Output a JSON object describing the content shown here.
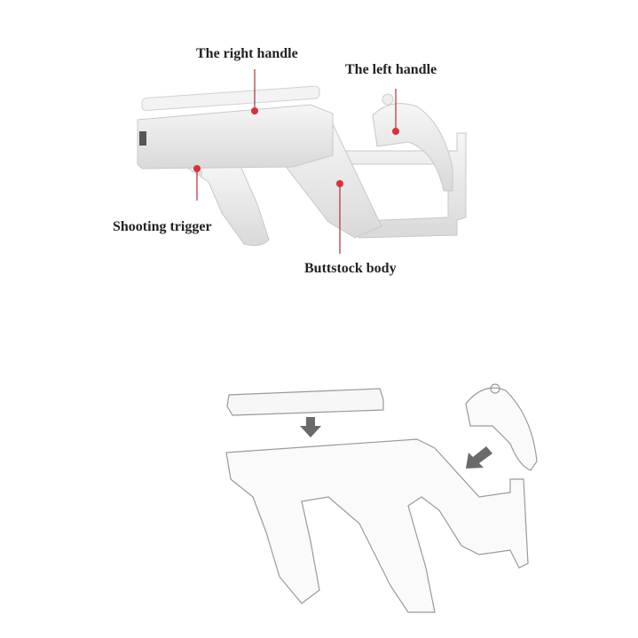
{
  "labels": {
    "right_handle": "The right handle",
    "left_handle": "The left handle",
    "shooting_trigger": "Shooting trigger",
    "buttstock_body": "Buttstock body"
  },
  "colors": {
    "marker": "#d8303c",
    "body": "#ebebeb",
    "outline": "#9a9a9a",
    "arrow": "#666666"
  }
}
